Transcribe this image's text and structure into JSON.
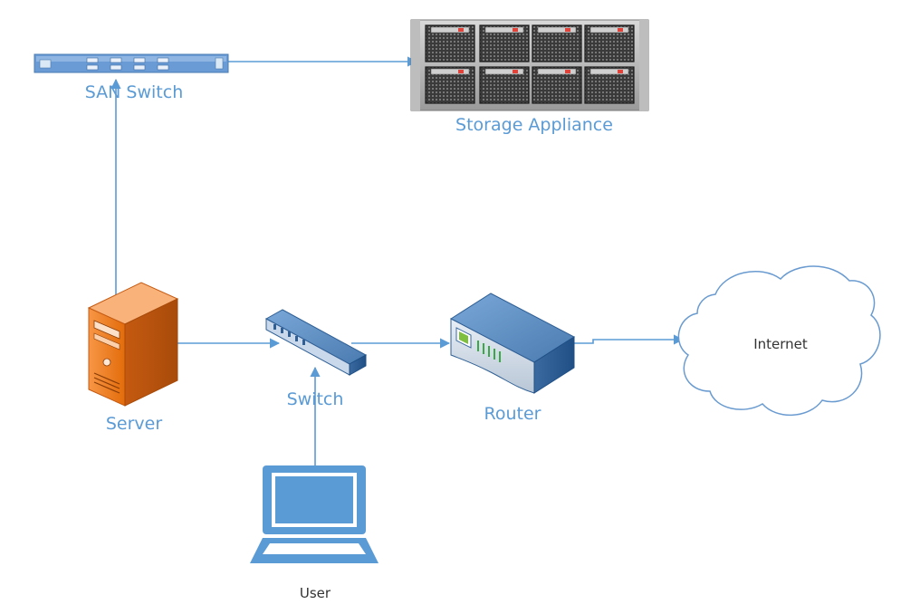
{
  "diagram": {
    "colors": {
      "connector": "#5b9bd5",
      "label": "#5b9bd5",
      "server_body": "#e36c0a",
      "device_blue": "#4a7bb0",
      "cloud_stroke": "#6a9bd0"
    },
    "nodes": [
      {
        "id": "san-switch",
        "label": "SAN Switch",
        "icon": "san-switch-icon"
      },
      {
        "id": "storage",
        "label": "Storage Appliance",
        "icon": "storage-array-icon"
      },
      {
        "id": "server",
        "label": "Server",
        "icon": "server-tower-icon"
      },
      {
        "id": "switch",
        "label": "Switch",
        "icon": "network-switch-icon"
      },
      {
        "id": "router",
        "label": "Router",
        "icon": "router-icon"
      },
      {
        "id": "internet",
        "label": "Internet",
        "icon": "cloud-icon"
      },
      {
        "id": "user",
        "label": "User",
        "icon": "laptop-icon"
      }
    ],
    "edges": [
      {
        "from": "server",
        "to": "san-switch"
      },
      {
        "from": "san-switch",
        "to": "storage"
      },
      {
        "from": "server",
        "to": "switch"
      },
      {
        "from": "switch",
        "to": "router"
      },
      {
        "from": "router",
        "to": "internet"
      },
      {
        "from": "user",
        "to": "switch"
      }
    ]
  }
}
